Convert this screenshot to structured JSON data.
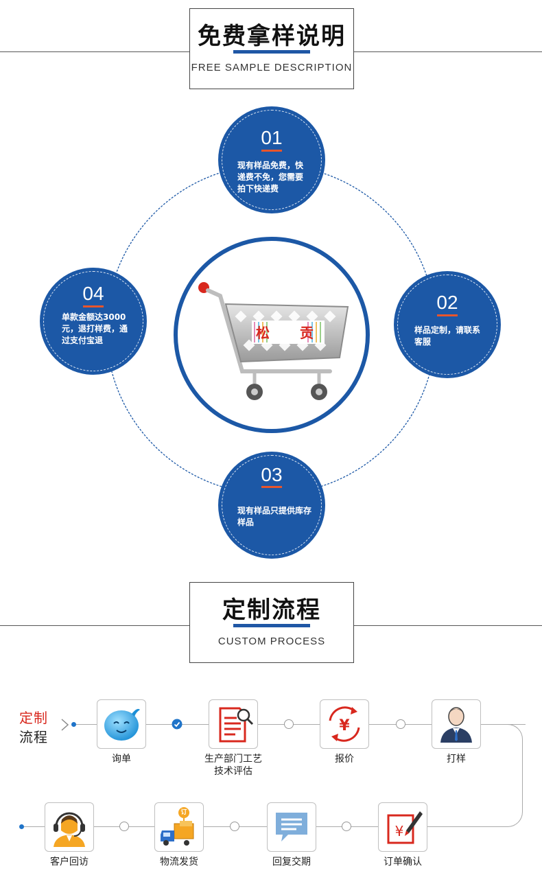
{
  "section1": {
    "title": "免费拿样说明",
    "subtitle": "FREE SAMPLE DESCRIPTION",
    "items": [
      {
        "num": "01",
        "text": "现有样品免费，快递费不免，您需要拍下快递费"
      },
      {
        "num": "02",
        "text": "样品定制，请联系客服"
      },
      {
        "num": "03",
        "text": "现有样品只提供库存样品"
      },
      {
        "num": "04",
        "text": "单款金额达3000元，退打样费，通过支付宝退"
      }
    ],
    "cart_label_1": "松",
    "cart_label_2": "贡"
  },
  "section2": {
    "title": "定制流程",
    "subtitle": "CUSTOM PROCESS",
    "side_label_1": "定制",
    "side_label_2": "流程",
    "steps": [
      {
        "label": "询单",
        "icon": "chat-bubble-icon"
      },
      {
        "label": "生产部门工艺\n技术评估",
        "icon": "document-search-icon"
      },
      {
        "label": "报价",
        "icon": "yen-cycle-icon"
      },
      {
        "label": "打样",
        "icon": "businessman-icon"
      },
      {
        "label": "订单确认",
        "icon": "yen-sign-pen-icon"
      },
      {
        "label": "回复交期",
        "icon": "message-icon"
      },
      {
        "label": "物流发货",
        "icon": "delivery-truck-icon"
      },
      {
        "label": "客户回访",
        "icon": "customer-service-icon"
      }
    ],
    "truck_badge": "订"
  },
  "colors": {
    "brand_blue": "#1c58a6",
    "accent_orange": "#e8552b",
    "accent_red": "#d8281e"
  }
}
